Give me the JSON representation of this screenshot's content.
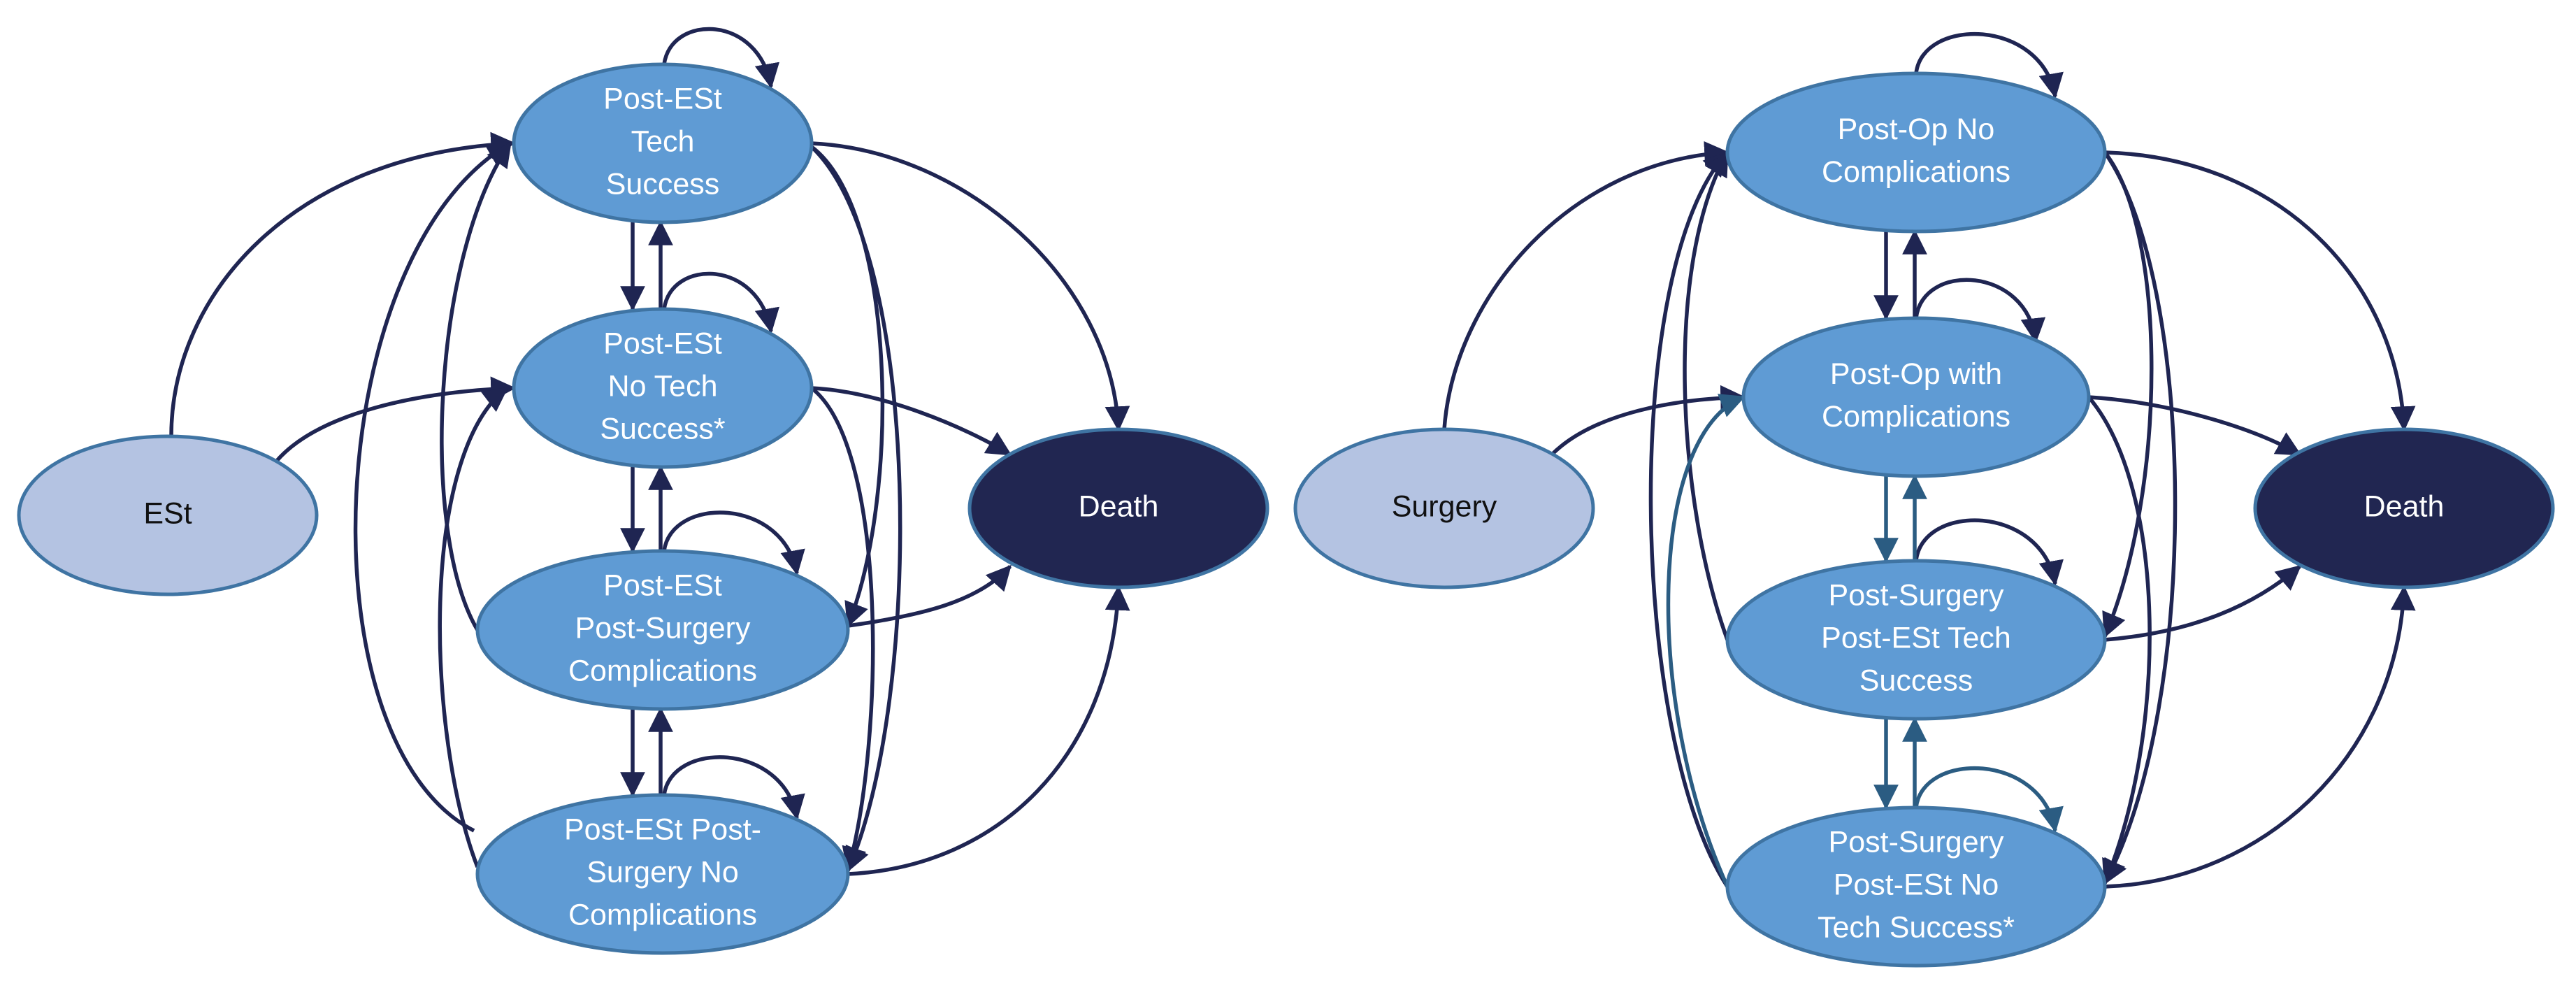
{
  "colors": {
    "state_fill": "#5f9bd4",
    "state_text": "#ffffff",
    "start_fill": "#b4c3e2",
    "start_text": "#111111",
    "death_fill": "#212651",
    "death_text": "#ffffff",
    "edge_dark": "#1f2552",
    "edge_teal": "#2b5c82"
  },
  "diagrams": [
    {
      "nodes": [
        {
          "id": "est",
          "kind": "start",
          "lines": [
            "ESt"
          ]
        },
        {
          "id": "tech",
          "kind": "state",
          "lines": [
            "Post-ESt",
            "Tech",
            "Success"
          ]
        },
        {
          "id": "notech",
          "kind": "state",
          "lines": [
            "Post-ESt",
            "No Tech",
            "Success*"
          ]
        },
        {
          "id": "comp",
          "kind": "state",
          "lines": [
            "Post-ESt",
            "Post-Surgery",
            "Complications"
          ]
        },
        {
          "id": "nocomp",
          "kind": "state",
          "lines": [
            "Post-ESt Post-",
            "Surgery No",
            "Complications"
          ]
        },
        {
          "id": "death",
          "kind": "death",
          "lines": [
            "Death"
          ]
        }
      ],
      "edges": [
        {
          "from": "est",
          "to": "tech"
        },
        {
          "from": "est",
          "to": "notech"
        },
        {
          "from": "tech",
          "to": "tech"
        },
        {
          "from": "notech",
          "to": "notech"
        },
        {
          "from": "comp",
          "to": "comp"
        },
        {
          "from": "nocomp",
          "to": "nocomp"
        },
        {
          "from": "tech",
          "to": "notech"
        },
        {
          "from": "notech",
          "to": "tech"
        },
        {
          "from": "notech",
          "to": "comp"
        },
        {
          "from": "comp",
          "to": "notech"
        },
        {
          "from": "comp",
          "to": "nocomp"
        },
        {
          "from": "nocomp",
          "to": "comp"
        },
        {
          "from": "tech",
          "to": "death"
        },
        {
          "from": "notech",
          "to": "death"
        },
        {
          "from": "comp",
          "to": "death"
        },
        {
          "from": "nocomp",
          "to": "death"
        },
        {
          "from": "nocomp",
          "to": "tech"
        },
        {
          "from": "comp",
          "to": "tech"
        },
        {
          "from": "nocomp",
          "to": "notech"
        },
        {
          "from": "tech",
          "to": "comp"
        },
        {
          "from": "tech",
          "to": "nocomp"
        },
        {
          "from": "notech",
          "to": "nocomp"
        }
      ]
    },
    {
      "nodes": [
        {
          "id": "surgery",
          "kind": "start",
          "lines": [
            "Surgery"
          ]
        },
        {
          "id": "nocomp",
          "kind": "state",
          "lines": [
            "Post-Op No",
            "Complications"
          ]
        },
        {
          "id": "withcomp",
          "kind": "state",
          "lines": [
            "Post-Op with",
            "Complications"
          ]
        },
        {
          "id": "tech",
          "kind": "state",
          "lines": [
            "Post-Surgery",
            "Post-ESt Tech",
            "Success"
          ]
        },
        {
          "id": "notech",
          "kind": "state",
          "lines": [
            "Post-Surgery",
            "Post-ESt No",
            "Tech Success*"
          ]
        },
        {
          "id": "death",
          "kind": "death",
          "lines": [
            "Death"
          ]
        }
      ],
      "edges": [
        {
          "from": "surgery",
          "to": "nocomp"
        },
        {
          "from": "surgery",
          "to": "withcomp"
        },
        {
          "from": "nocomp",
          "to": "nocomp"
        },
        {
          "from": "withcomp",
          "to": "withcomp"
        },
        {
          "from": "tech",
          "to": "tech"
        },
        {
          "from": "notech",
          "to": "notech"
        },
        {
          "from": "nocomp",
          "to": "withcomp"
        },
        {
          "from": "withcomp",
          "to": "nocomp"
        },
        {
          "from": "withcomp",
          "to": "tech"
        },
        {
          "from": "tech",
          "to": "withcomp"
        },
        {
          "from": "tech",
          "to": "notech"
        },
        {
          "from": "notech",
          "to": "tech"
        },
        {
          "from": "nocomp",
          "to": "death"
        },
        {
          "from": "withcomp",
          "to": "death"
        },
        {
          "from": "tech",
          "to": "death"
        },
        {
          "from": "notech",
          "to": "death"
        },
        {
          "from": "notech",
          "to": "nocomp"
        },
        {
          "from": "tech",
          "to": "nocomp"
        },
        {
          "from": "notech",
          "to": "withcomp"
        },
        {
          "from": "nocomp",
          "to": "tech"
        },
        {
          "from": "nocomp",
          "to": "notech"
        },
        {
          "from": "withcomp",
          "to": "notech"
        }
      ]
    }
  ]
}
